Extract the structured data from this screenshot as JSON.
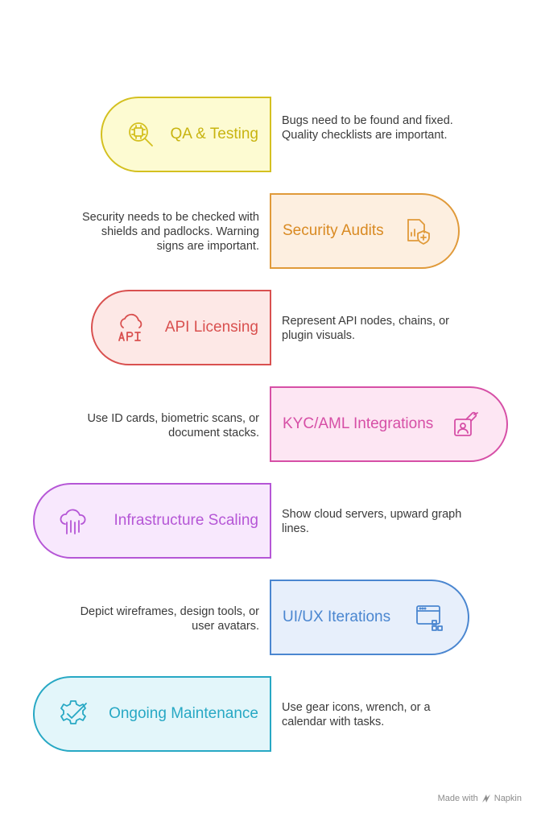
{
  "steps": [
    {
      "label": "QA & Testing",
      "desc": "Bugs need to be found and fixed. Quality checklists are important.",
      "color": "#d4c020",
      "fill": "#fdfbd2",
      "icon": "chip-search-icon"
    },
    {
      "label": "Security Audits",
      "desc": "Security needs to be checked with shields and padlocks. Warning signs are important.",
      "color": "#e09a3a",
      "fill": "#fdefe0",
      "icon": "shield-document-icon"
    },
    {
      "label": "API Licensing",
      "desc": "Represent API nodes, chains, or plugin visuals.",
      "color": "#d9504f",
      "fill": "#fde8e6",
      "icon": "api-cloud-icon"
    },
    {
      "label": "KYC/AML Integrations",
      "desc": "Use ID cards, biometric scans, or document stacks.",
      "color": "#d64fa6",
      "fill": "#fde6f3",
      "icon": "id-card-icon"
    },
    {
      "label": "Infrastructure Scaling",
      "desc": "Show cloud servers, upward graph lines.",
      "color": "#b556d6",
      "fill": "#f8e8fd",
      "icon": "cloud-server-icon"
    },
    {
      "label": "UI/UX Iterations",
      "desc": "Depict wireframes, design tools, or user avatars.",
      "color": "#4a86d0",
      "fill": "#e7effb",
      "icon": "browser-window-icon"
    },
    {
      "label": "Ongoing Maintenance",
      "desc": "Use gear icons, wrench, or a calendar with tasks.",
      "color": "#27a8c4",
      "fill": "#e3f6fa",
      "icon": "gear-check-icon"
    }
  ],
  "footer": {
    "made_with": "Made with",
    "brand": "Napkin"
  }
}
